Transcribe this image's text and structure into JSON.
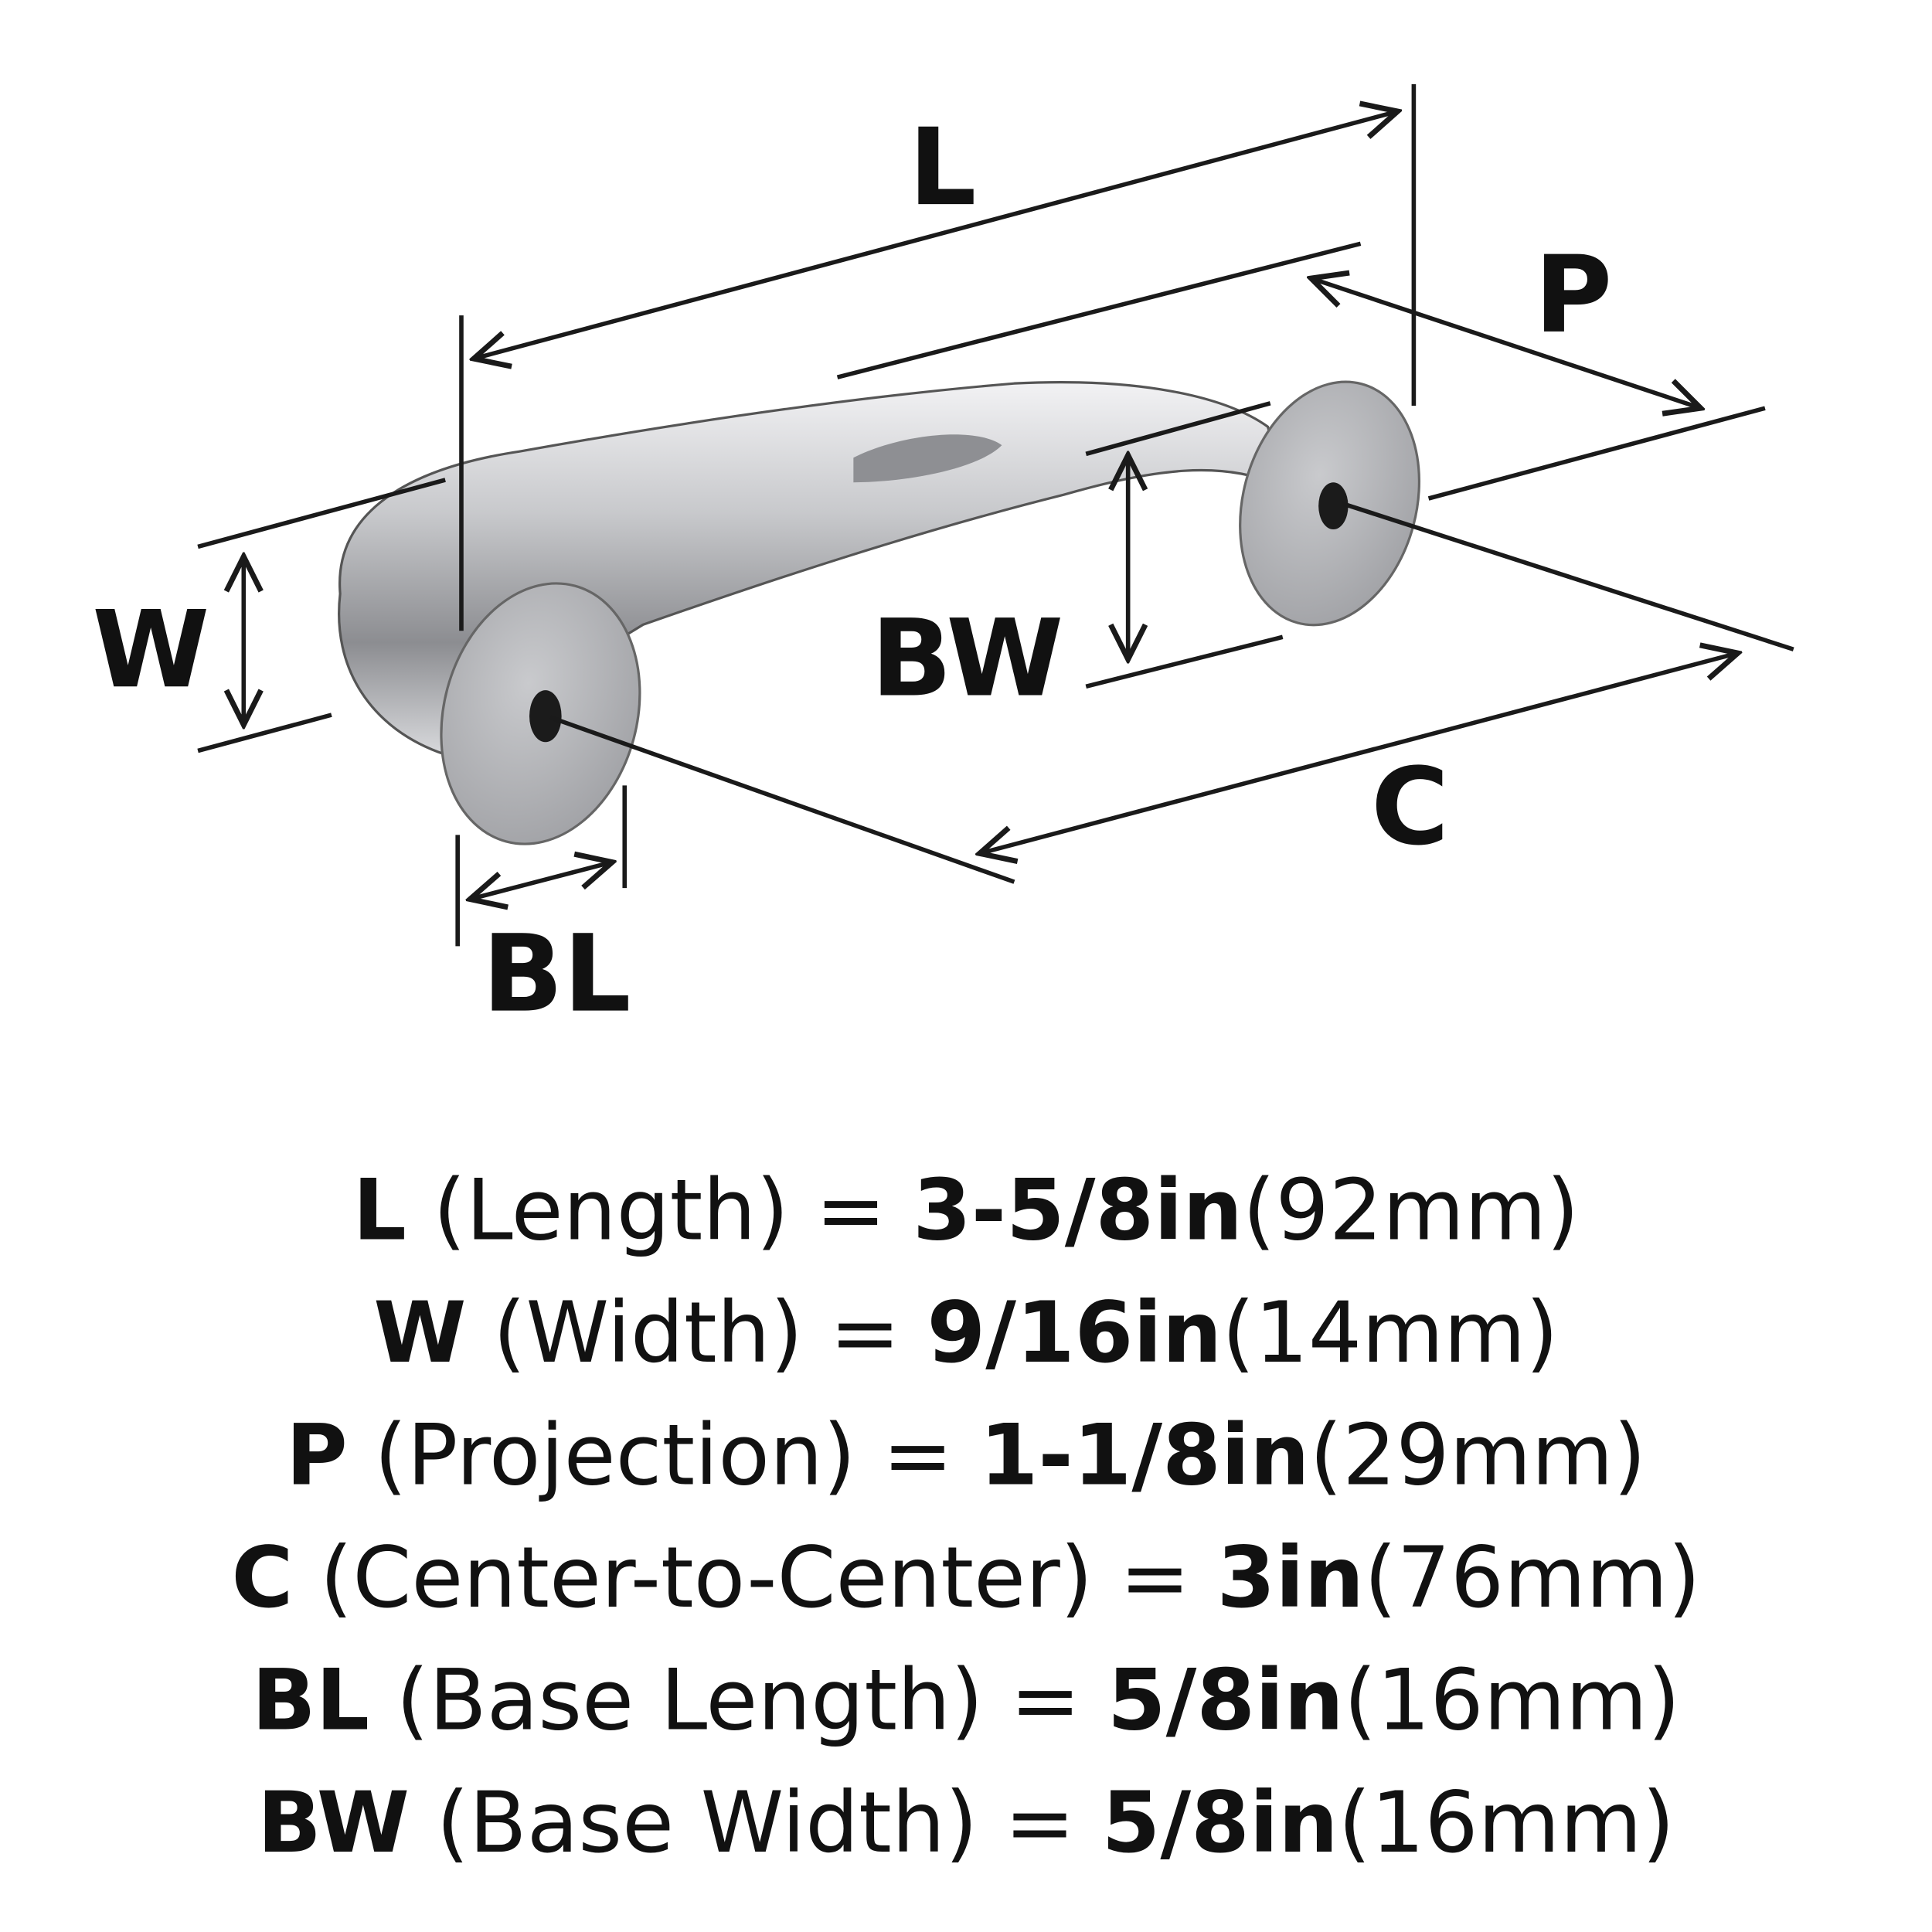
{
  "labels": {
    "L": "L",
    "P": "P",
    "W": "W",
    "BW": "BW",
    "C": "C",
    "BL": "BL"
  },
  "specs": [
    {
      "key": "L",
      "name": " (Length) = ",
      "inch": "3-5/8in",
      "mm": "(92mm)"
    },
    {
      "key": "W",
      "name": " (Width) = ",
      "inch": "9/16in",
      "mm": "(14mm)"
    },
    {
      "key": "P",
      "name": " (Projection) = ",
      "inch": "1-1/8in",
      "mm": "(29mm)"
    },
    {
      "key": "C",
      "name": " (Center-to-Center) = ",
      "inch": "3in",
      "mm": "(76mm)"
    },
    {
      "key": "BL",
      "name": " (Base Length) = ",
      "inch": "5/8in",
      "mm": "(16mm)"
    },
    {
      "key": "BW",
      "name": " (Base Width) = ",
      "inch": "5/8in",
      "mm": "(16mm)"
    }
  ],
  "colors": {
    "line": "#1a1a1a",
    "metal_light": "#e6e6e8",
    "metal_dark": "#6f7074",
    "base": "#b9babd"
  }
}
